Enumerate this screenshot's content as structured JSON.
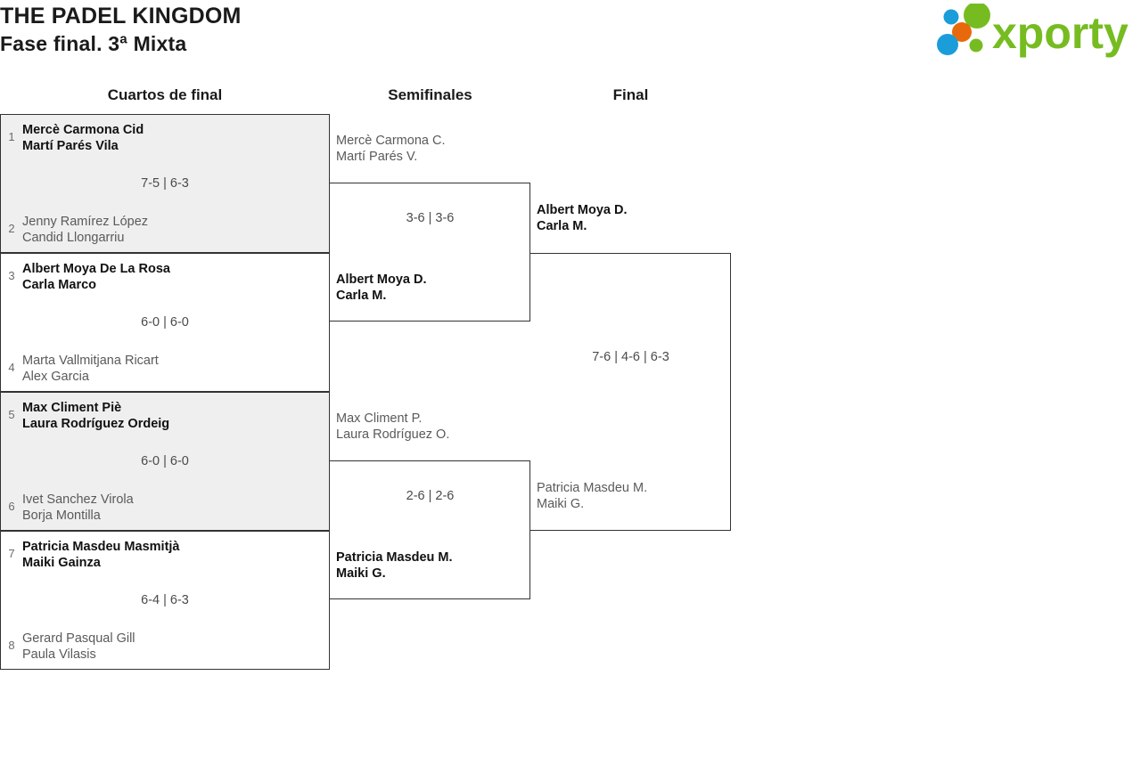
{
  "header": {
    "title_line1": "THE PADEL KINGDOM",
    "title_line2": "Fase final. 3ª Mixta",
    "logo_text": "xporty",
    "logo_colors": {
      "green": "#76bc21",
      "blue": "#1b9dd9",
      "orange": "#e8690b"
    }
  },
  "rounds": [
    {
      "id": "quarterfinals",
      "label": "Cuartos de final"
    },
    {
      "id": "semifinals",
      "label": "Semifinales"
    },
    {
      "id": "final",
      "label": "Final"
    }
  ],
  "quarterfinals": [
    {
      "score": "7-5 | 6-3",
      "top": {
        "seed": "1",
        "player1": "Mercè Carmona Cid",
        "player2": "Martí Parés Vila",
        "winner": true
      },
      "bottom": {
        "seed": "2",
        "player1": "Jenny Ramírez López",
        "player2": "Candid Llongarriu",
        "winner": false
      }
    },
    {
      "score": "6-0 | 6-0",
      "top": {
        "seed": "3",
        "player1": "Albert Moya De La Rosa",
        "player2": "Carla Marco",
        "winner": true
      },
      "bottom": {
        "seed": "4",
        "player1": "Marta Vallmitjana Ricart",
        "player2": "Alex Garcia",
        "winner": false
      }
    },
    {
      "score": "6-0 | 6-0",
      "top": {
        "seed": "5",
        "player1": "Max Climent Piè",
        "player2": "Laura Rodríguez Ordeig",
        "winner": true
      },
      "bottom": {
        "seed": "6",
        "player1": "Ivet Sanchez Virola",
        "player2": "Borja Montilla",
        "winner": false
      }
    },
    {
      "score": "6-4 | 6-3",
      "top": {
        "seed": "7",
        "player1": "Patricia Masdeu Masmitjà",
        "player2": "Maiki Gainza",
        "winner": true
      },
      "bottom": {
        "seed": "8",
        "player1": "Gerard Pasqual Gill",
        "player2": "Paula Vilasis",
        "winner": false
      }
    }
  ],
  "semifinals": [
    {
      "score": "3-6 | 3-6",
      "top": {
        "player1": "Mercè Carmona C.",
        "player2": "Martí Parés V.",
        "winner": false
      },
      "bottom": {
        "player1": "Albert Moya D.",
        "player2": "Carla M.",
        "winner": true
      }
    },
    {
      "score": "2-6 | 2-6",
      "top": {
        "player1": "Max Climent P.",
        "player2": "Laura Rodríguez O.",
        "winner": false
      },
      "bottom": {
        "player1": "Patricia Masdeu M.",
        "player2": "Maiki G.",
        "winner": true
      }
    }
  ],
  "final": [
    {
      "score": "7-6 | 4-6 | 6-3",
      "top": {
        "player1": "Albert Moya D.",
        "player2": "Carla M.",
        "winner": true
      },
      "bottom": {
        "player1": "Patricia Masdeu M.",
        "player2": "Maiki G.",
        "winner": false
      }
    }
  ]
}
